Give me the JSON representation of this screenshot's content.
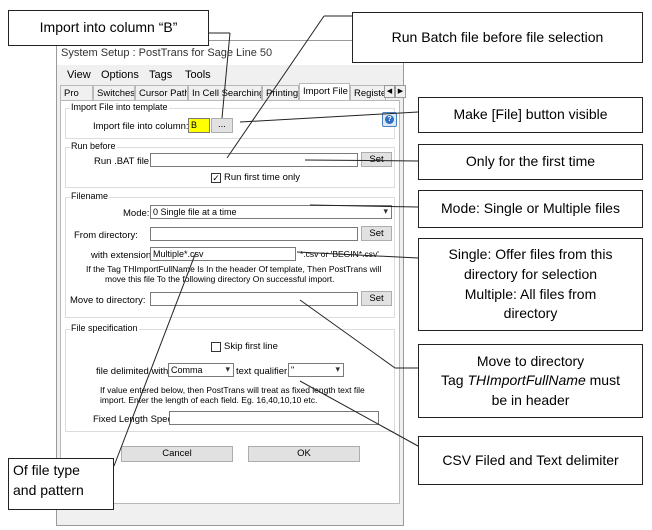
{
  "window": {
    "title": "System Setup : PostTrans for Sage Line 50",
    "menu": [
      "View",
      "Options",
      "Tags",
      "Tools"
    ]
  },
  "tabs": [
    {
      "label": "Pro",
      "active": false
    },
    {
      "label": "Switches",
      "active": false
    },
    {
      "label": "Cursor Path",
      "active": false
    },
    {
      "label": "In Cell Searching",
      "active": false
    },
    {
      "label": "Printing",
      "active": false
    },
    {
      "label": "Import File",
      "active": true
    },
    {
      "label": "Register",
      "active": false
    }
  ],
  "tab_scroll": {
    "left": "◀",
    "right": "▶"
  },
  "import_template": {
    "group_label": "Import File into template",
    "label": "Import file into column:",
    "column_value": "B",
    "browse_label": "..."
  },
  "run_before": {
    "group_label": "Run before",
    "label": "Run .BAT file:",
    "value": "",
    "set_label": "Set",
    "first_time_label": "Run first time only",
    "first_time_checked": true
  },
  "filename": {
    "group_label": "Filename",
    "mode_label": "Mode:",
    "mode_value": "0 Single file at a time",
    "from_dir_label": "From directory:",
    "from_dir_value": "",
    "from_dir_set": "Set",
    "ext_label": "with extension:",
    "ext_value": "Multiple*.csv",
    "ext_hint": "*.csv  or  'BEGIN*.csv'",
    "note_line1": "If the Tag THImportFullName Is In the header Of template, Then PostTrans will",
    "note_line2": "move this file To the following directory On successful import.",
    "move_label": "Move to directory:",
    "move_value": "",
    "move_set": "Set"
  },
  "file_spec": {
    "group_label": "File specification",
    "skip_label": "Skip first line",
    "skip_checked": false,
    "delim_label": "file delimited with:",
    "delim_value": "Comma",
    "qual_label": "text qualifier:",
    "qual_value": "\"",
    "note_line1": "If value entered below, then PostTrans will treat as fixed length text file",
    "note_line2": "import.  Enter the length of each field.  Eg. 16,40,10,10 etc.",
    "fixed_label": "Fixed Length Spec:",
    "fixed_value": ""
  },
  "buttons": {
    "cancel": "Cancel",
    "ok": "OK"
  },
  "callouts": {
    "import_col": "Import into column “B”",
    "run_batch": "Run Batch file before file selection",
    "make_visible": "Make [File] button visible",
    "first_time": "Only for the first time",
    "mode": "Mode: Single or Multiple files",
    "single_line1": "Single: Offer files from this",
    "single_line2": "directory for selection",
    "single_line3": "Multiple: All files from",
    "single_line4": "directory",
    "move_line1": "Move to directory",
    "move_line2_prefix": "Tag ",
    "move_line2_tag": "THImportFullName",
    "move_line2_suffix": " must",
    "move_line3": "be in header",
    "csv": "CSV Filed and Text delimiter",
    "filetype_line1": "Of file type",
    "filetype_line2": "and pattern"
  },
  "colors": {
    "column_field_bg": "#ffff00",
    "help_icon": "#2f6fbf"
  },
  "icons": {
    "dropdown": "▾",
    "check": "✓",
    "help": "?"
  }
}
